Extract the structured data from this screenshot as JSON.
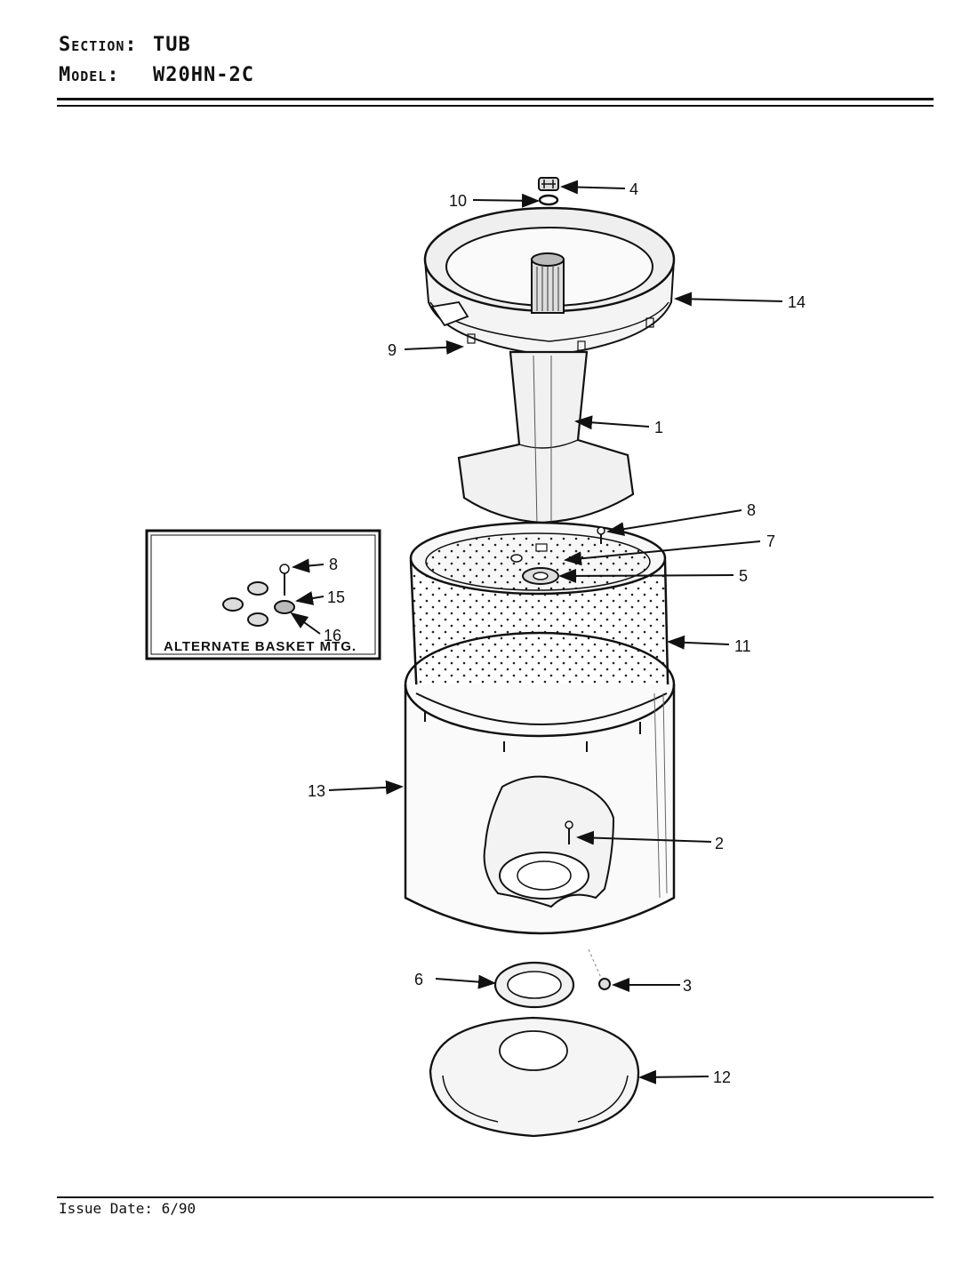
{
  "header": {
    "section_label": "Section:",
    "section_value": "TUB",
    "model_label": "Model:",
    "model_value": "W20HN-2C"
  },
  "inset": {
    "title": "ALTERNATE BASKET MTG.",
    "callouts": [
      "8",
      "15",
      "16"
    ]
  },
  "callouts": [
    "4",
    "10",
    "14",
    "9",
    "1",
    "8",
    "7",
    "5",
    "11",
    "13",
    "2",
    "6",
    "3",
    "12"
  ],
  "footer": {
    "issue_date": "Issue Date: 6/90"
  }
}
